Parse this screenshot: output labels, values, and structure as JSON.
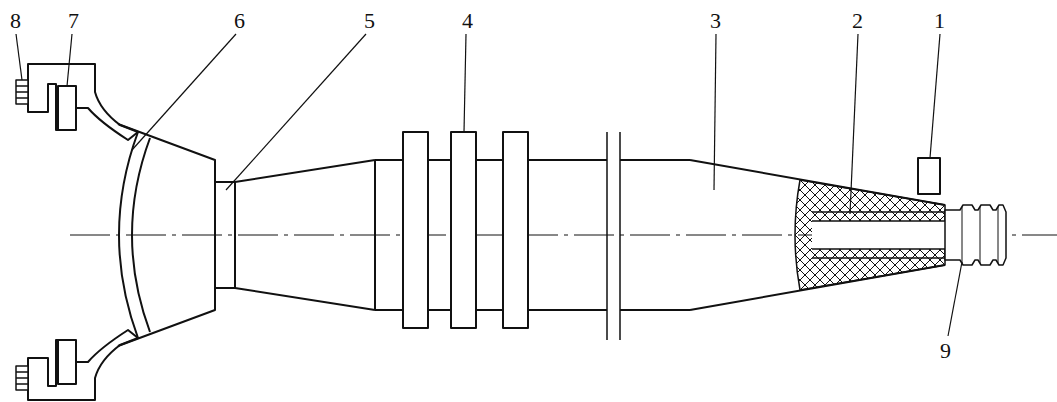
{
  "diagram": {
    "labels": [
      "8",
      "7",
      "6",
      "5",
      "4",
      "3",
      "2",
      "1",
      "9"
    ]
  }
}
